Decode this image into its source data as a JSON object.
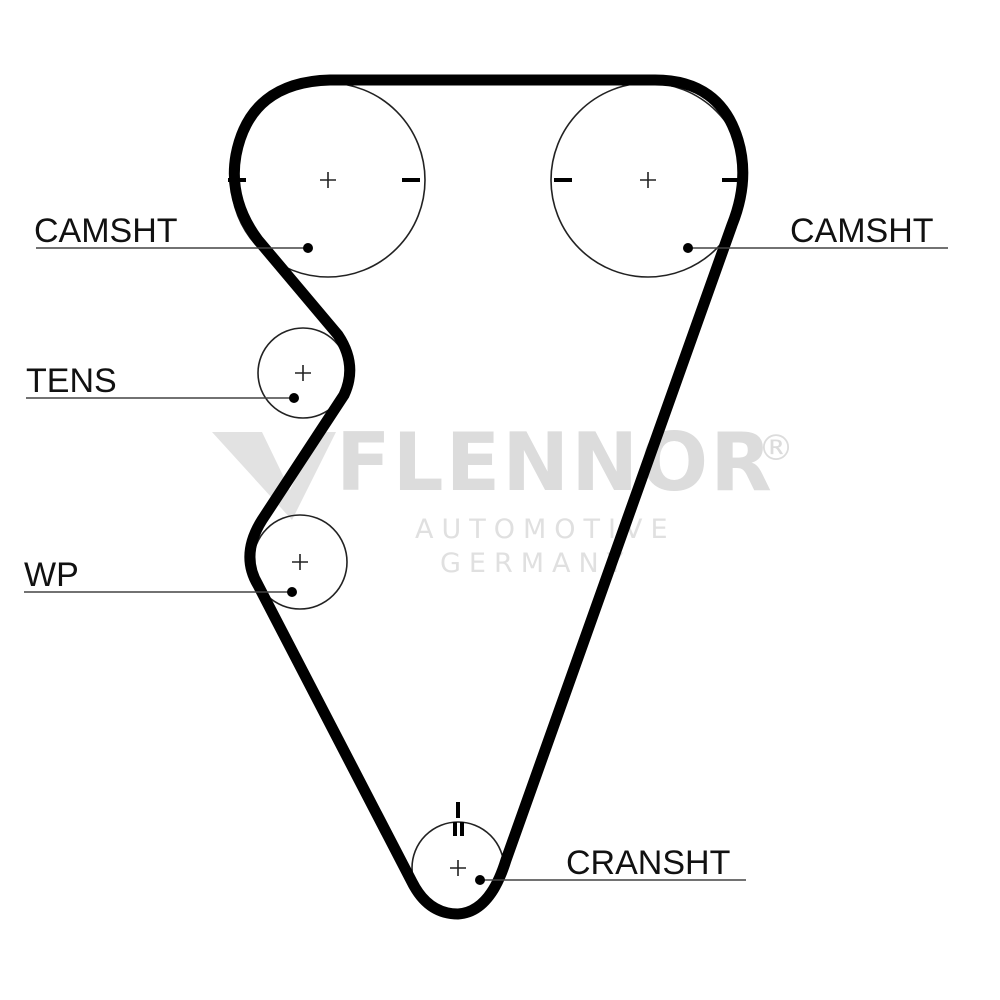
{
  "labels": {
    "camshaft_left": "CAMSHT",
    "camshaft_right": "CAMSHT",
    "tensioner": "TENS",
    "water_pump": "WP",
    "crankshaft": "CRANSHT"
  },
  "watermark": {
    "brand": "FLENNOR",
    "registered": "®",
    "line1": "AUTOMOTIVE",
    "line2": "GERMANY"
  },
  "colors": {
    "belt": "#000000",
    "pulley": "#222222",
    "leader": "#444444",
    "watermark": "#dcdcdc"
  }
}
